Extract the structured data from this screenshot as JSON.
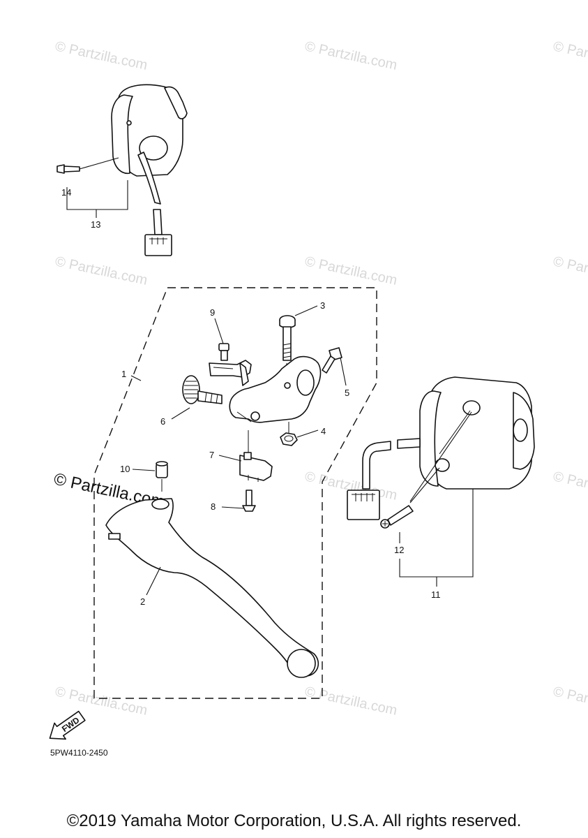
{
  "diagram": {
    "callouts": [
      "1",
      "2",
      "3",
      "4",
      "5",
      "6",
      "7",
      "8",
      "9",
      "10",
      "11",
      "12",
      "13",
      "14"
    ],
    "fwd_label": "FWD",
    "code": "5PW4110-2450",
    "watermark": "© Partzilla.com",
    "copyright": "©2019 Yamaha Motor Corporation, U.S.A. All rights reserved."
  }
}
